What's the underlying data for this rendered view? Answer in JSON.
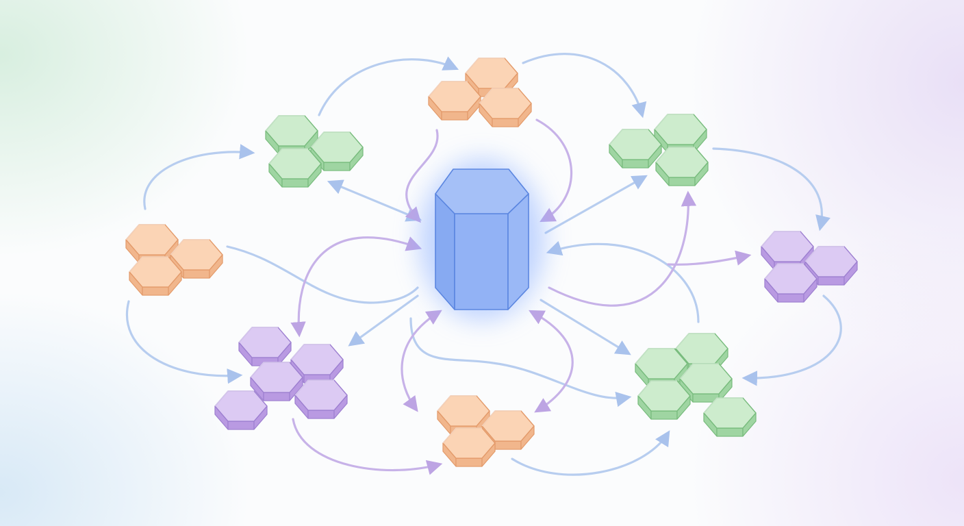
{
  "colors": {
    "hub_top": "#a5c0f7",
    "hub_left": "#87aaf2",
    "hub_right": "#9ab8f6",
    "hub_stroke": "#5b86e0",
    "hub_glow": "#8fb2ff",
    "arrow_blue": "#b7cdef",
    "arrow_purple": "#c7b2e8",
    "orange": {
      "top": "#fbd4b5",
      "side": "#f1b68c",
      "stroke": "#e39a6a"
    },
    "green": {
      "top": "#cdeccd",
      "side": "#9fd5a2",
      "stroke": "#77bb7c"
    },
    "purple": {
      "top": "#dccaf3",
      "side": "#b99ae2",
      "stroke": "#9d7fd0"
    }
  },
  "hub": {
    "shape": "hexagonal-prism",
    "color": "blue"
  },
  "clusters": [
    {
      "id": "orange-top",
      "color": "orange"
    },
    {
      "id": "green-top-left",
      "color": "green"
    },
    {
      "id": "green-top-right",
      "color": "green"
    },
    {
      "id": "orange-left",
      "color": "orange"
    },
    {
      "id": "purple-right",
      "color": "purple"
    },
    {
      "id": "purple-bottom-left",
      "color": "purple"
    },
    {
      "id": "orange-bottom",
      "color": "orange"
    },
    {
      "id": "green-bottom-right",
      "color": "green"
    }
  ],
  "arrow_count": 22
}
